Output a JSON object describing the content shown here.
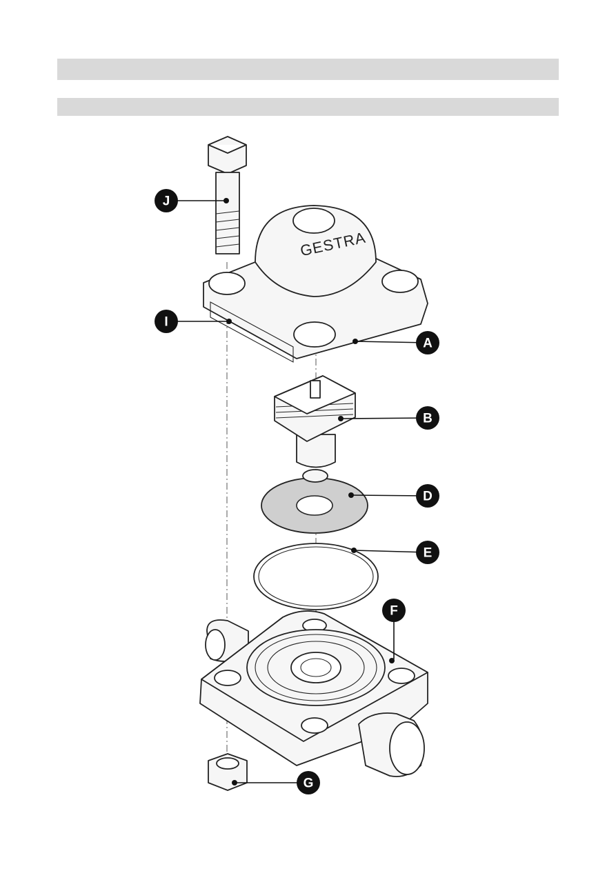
{
  "header": {
    "bar1_text": "",
    "bar2_text": ""
  },
  "diagram": {
    "brand_text": "GESTRA",
    "callouts": [
      {
        "id": "J",
        "letter": "J"
      },
      {
        "id": "I",
        "letter": "I"
      },
      {
        "id": "A",
        "letter": "A"
      },
      {
        "id": "B",
        "letter": "B"
      },
      {
        "id": "D",
        "letter": "D"
      },
      {
        "id": "E",
        "letter": "E"
      },
      {
        "id": "F",
        "letter": "F"
      },
      {
        "id": "G",
        "letter": "G"
      }
    ]
  }
}
